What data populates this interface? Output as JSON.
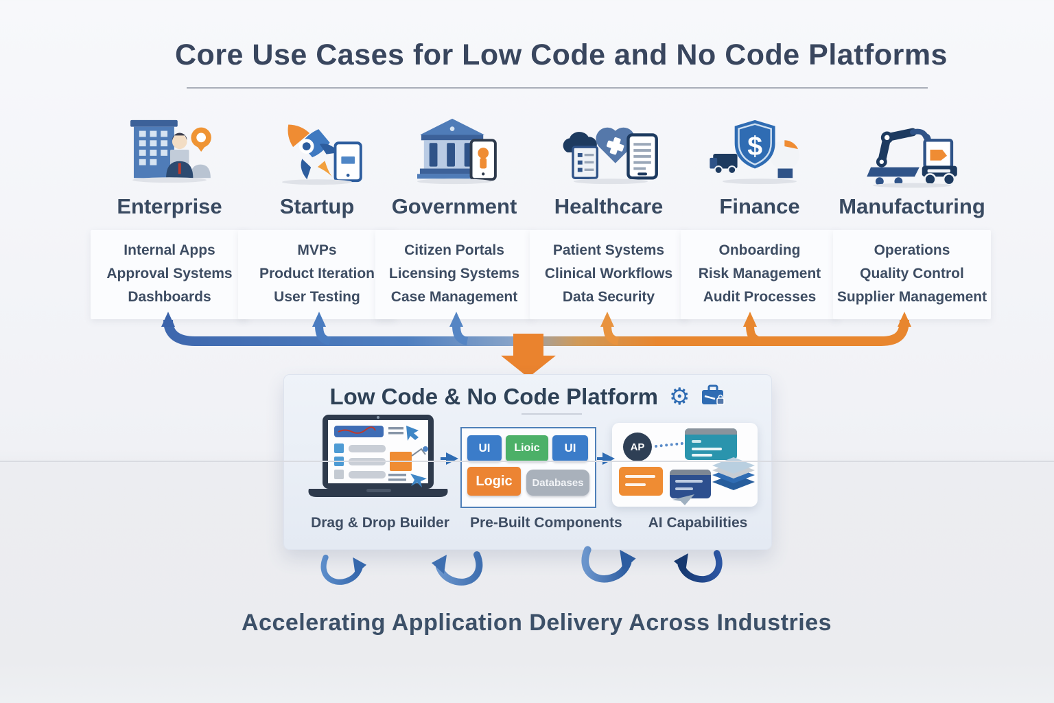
{
  "title": "Core Use Cases for Low Code and No Code Platforms",
  "industries": [
    {
      "name": "Enterprise",
      "icon": "office-building-people-icon",
      "items": [
        "Internal Apps",
        "Approval Systems",
        "Dashboards"
      ]
    },
    {
      "name": "Startup",
      "icon": "rocket-icon",
      "items": [
        "MVPs",
        "Product Iteration",
        "User Testing"
      ]
    },
    {
      "name": "Government",
      "icon": "bank-building-icon",
      "items": [
        "Citizen Portals",
        "Licensing Systems",
        "Case Management"
      ]
    },
    {
      "name": "Healthcare",
      "icon": "heart-medical-icon",
      "items": [
        "Patient Systems",
        "Clinical Workflows",
        "Data Security"
      ]
    },
    {
      "name": "Finance",
      "icon": "dollar-shield-icon",
      "icon_symbol": "$",
      "items": [
        "Onboarding",
        "Risk Management",
        "Audit Processes"
      ]
    },
    {
      "name": "Manufacturing",
      "icon": "robot-arm-icon",
      "items": [
        "Operations",
        "Quality Control",
        "Supplier Management"
      ]
    }
  ],
  "platform": {
    "title": "Low Code & No Code Platform",
    "gear_glyph": "⚙",
    "features": [
      {
        "label": "Drag & Drop Builder"
      },
      {
        "label": "Pre-Built Components",
        "tiles": [
          "UI",
          "Lioic",
          "UI",
          "Logic",
          "Databases"
        ]
      },
      {
        "label": "AI Capabilities",
        "badge": "AP"
      }
    ]
  },
  "footer": "Accelerating Application Delivery Across Industries",
  "colors": {
    "accent_blue": "#3f72b8",
    "accent_orange": "#e8832f",
    "heading": "#394a61",
    "tile_blue": "#3b7cc9",
    "tile_green": "#4cb068",
    "tile_orange": "#ec8433",
    "tile_gray": "#a9b1bb"
  }
}
